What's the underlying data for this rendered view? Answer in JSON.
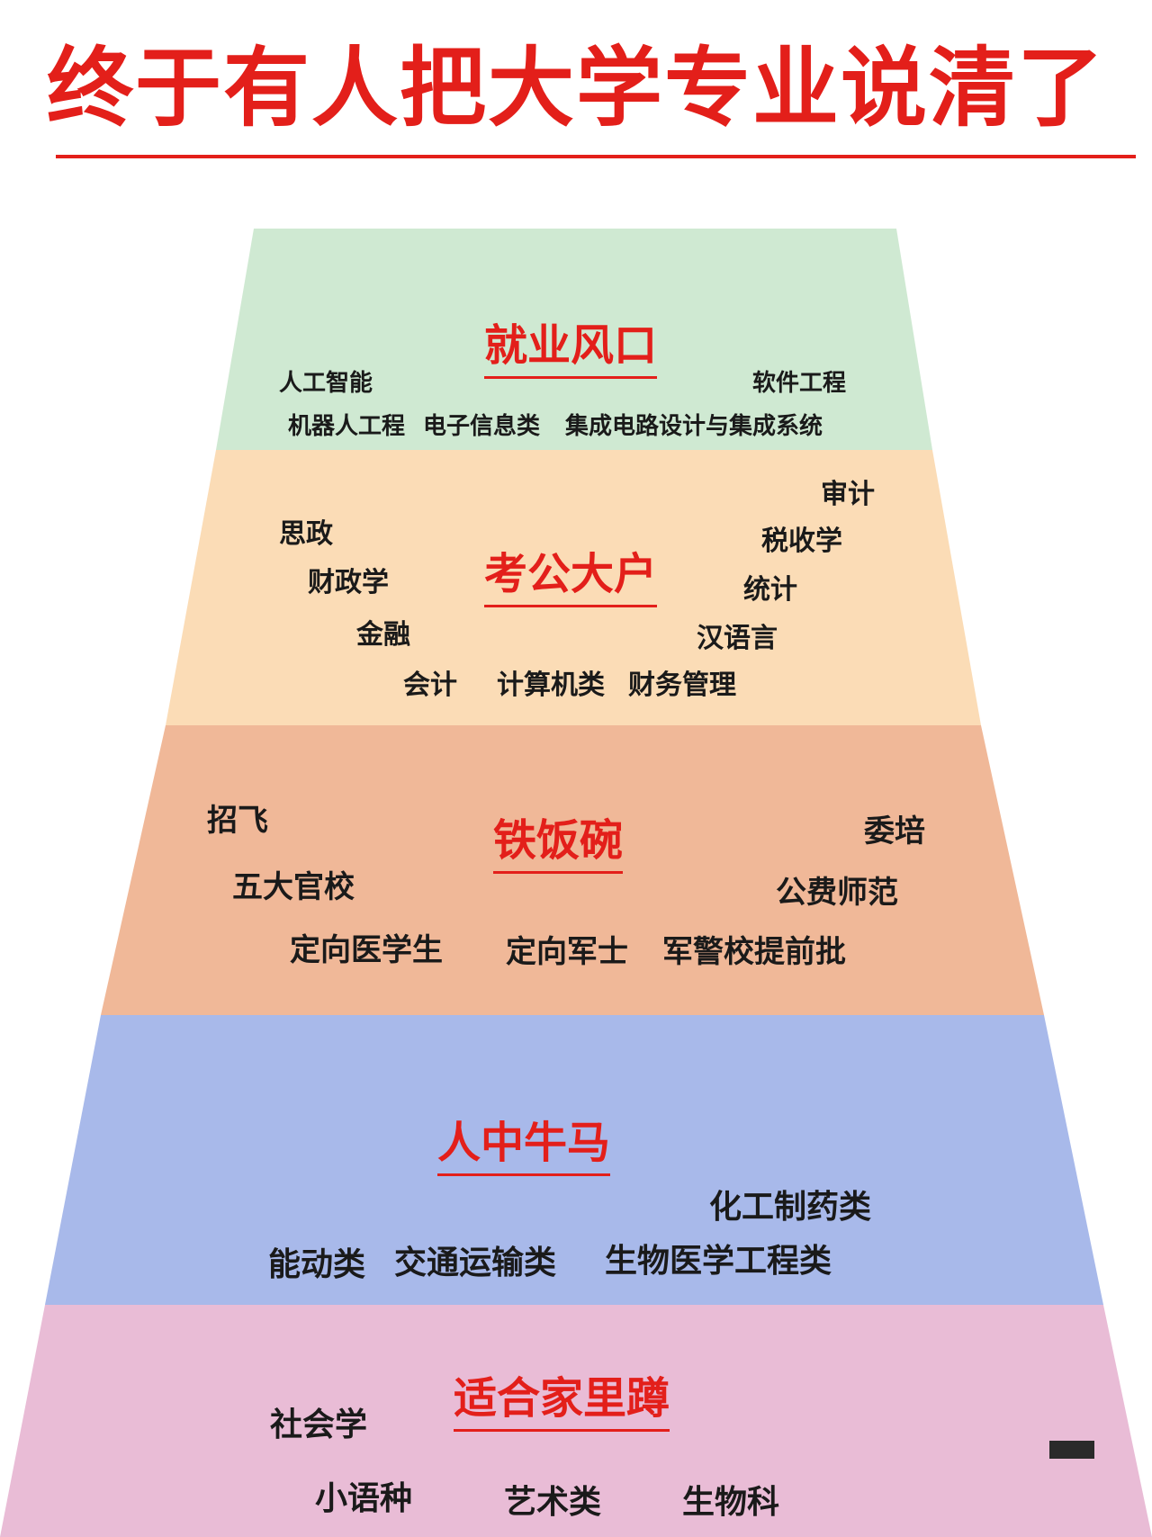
{
  "title": "终于有人把大学专业说清了",
  "colors": {
    "title": "#e31f1a",
    "tier1": "#cfe9d2",
    "tier2": "#fbdcb6",
    "tier3": "#f0b898",
    "tier4": "#a8b9ea",
    "tier5": "#e9bcd6"
  },
  "tiers": [
    {
      "heading": "就业风口",
      "majors": [
        "人工智能",
        "软件工程",
        "机器人工程",
        "电子信息类",
        "集成电路设计与集成系统"
      ]
    },
    {
      "heading": "考公大户",
      "majors": [
        "审计",
        "思政",
        "税收学",
        "财政学",
        "统计",
        "金融",
        "汉语言",
        "会计",
        "计算机类",
        "财务管理"
      ]
    },
    {
      "heading": "铁饭碗",
      "majors": [
        "招飞",
        "委培",
        "五大官校",
        "公费师范",
        "定向医学生",
        "定向军士",
        "军警校提前批"
      ]
    },
    {
      "heading": "人中牛马",
      "majors": [
        "化工制药类",
        "能动类",
        "交通运输类",
        "生物医学工程类"
      ]
    },
    {
      "heading": "适合家里蹲",
      "majors": [
        "社会学",
        "小语种",
        "艺术类",
        "生物科"
      ]
    }
  ]
}
